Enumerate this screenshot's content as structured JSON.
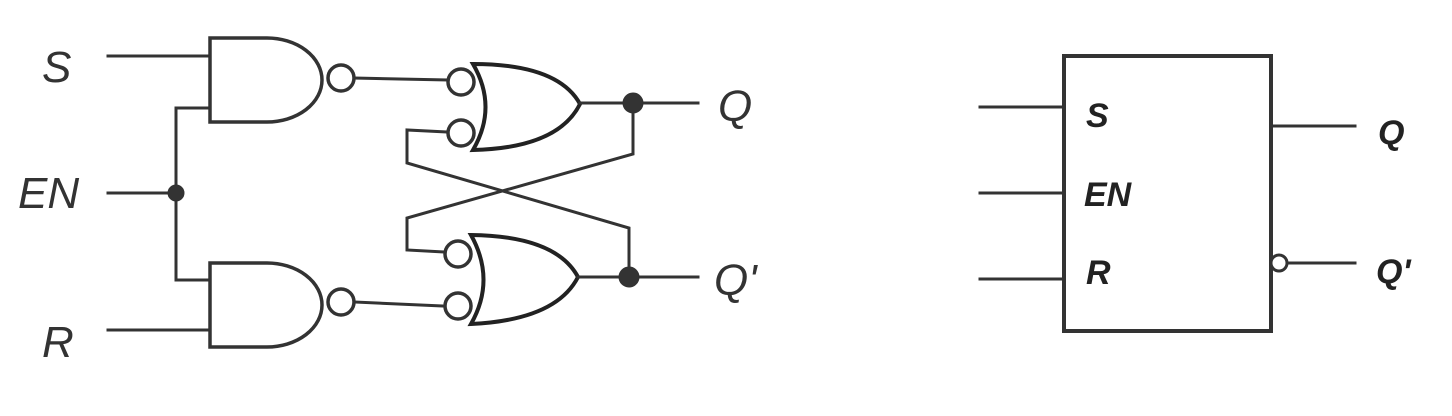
{
  "schematic": {
    "inputs": {
      "s": "S",
      "en": "EN",
      "r": "R"
    },
    "outputs": {
      "q": "Q",
      "q_bar": "Q'"
    }
  },
  "block_symbol": {
    "pins_left": {
      "s": "S",
      "en": "EN",
      "r": "R"
    },
    "pins_right": {
      "q": "Q",
      "q_bar": "Q'"
    }
  },
  "colors": {
    "stroke": "#333333",
    "background": "#ffffff"
  }
}
